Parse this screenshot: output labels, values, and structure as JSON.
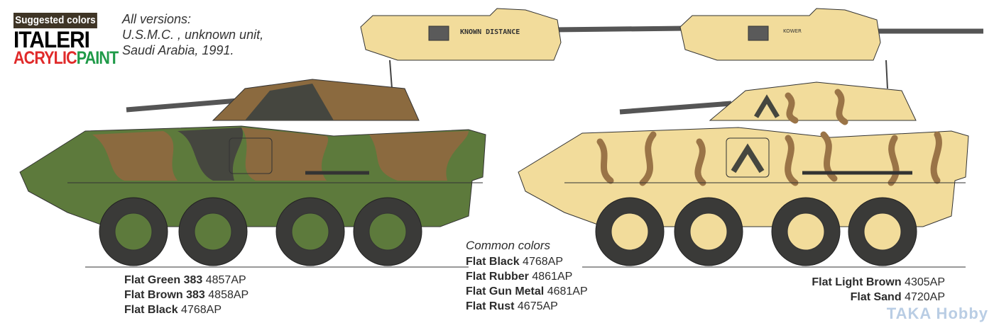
{
  "header": {
    "badge": "Suggested colors",
    "brand_line1": "ITALERI",
    "brand_line2_red": "ACRYLIC",
    "brand_line2_green": "PAINT",
    "versions": [
      "All versions:",
      "U.S.M.C. , unknown unit,",
      "Saudi Arabia, 1991."
    ]
  },
  "turret_markings": {
    "left": "KNOWN DISTANCE",
    "right": "KOWER"
  },
  "left_scheme": [
    {
      "name": "Flat Green 383",
      "code": "4857AP"
    },
    {
      "name": "Flat Brown 383",
      "code": "4858AP"
    },
    {
      "name": "Flat Black",
      "code": "4768AP"
    }
  ],
  "common": {
    "title": "Common colors",
    "items": [
      {
        "name": "Flat Black",
        "code": "4768AP"
      },
      {
        "name": "Flat Rubber",
        "code": "4861AP"
      },
      {
        "name": "Flat Gun Metal",
        "code": "4681AP"
      },
      {
        "name": "Flat Rust",
        "code": "4675AP"
      }
    ]
  },
  "right_scheme": [
    {
      "name": "Flat Light Brown",
      "code": "4305AP"
    },
    {
      "name": "Flat Sand",
      "code": "4720AP"
    }
  ],
  "watermark": "TAKA Hobby",
  "colors": {
    "green": "#5d7a3c",
    "brown": "#8b6a3f",
    "black": "#45463f",
    "sand": "#f2dc9b",
    "rubber": "#3a3a38"
  }
}
